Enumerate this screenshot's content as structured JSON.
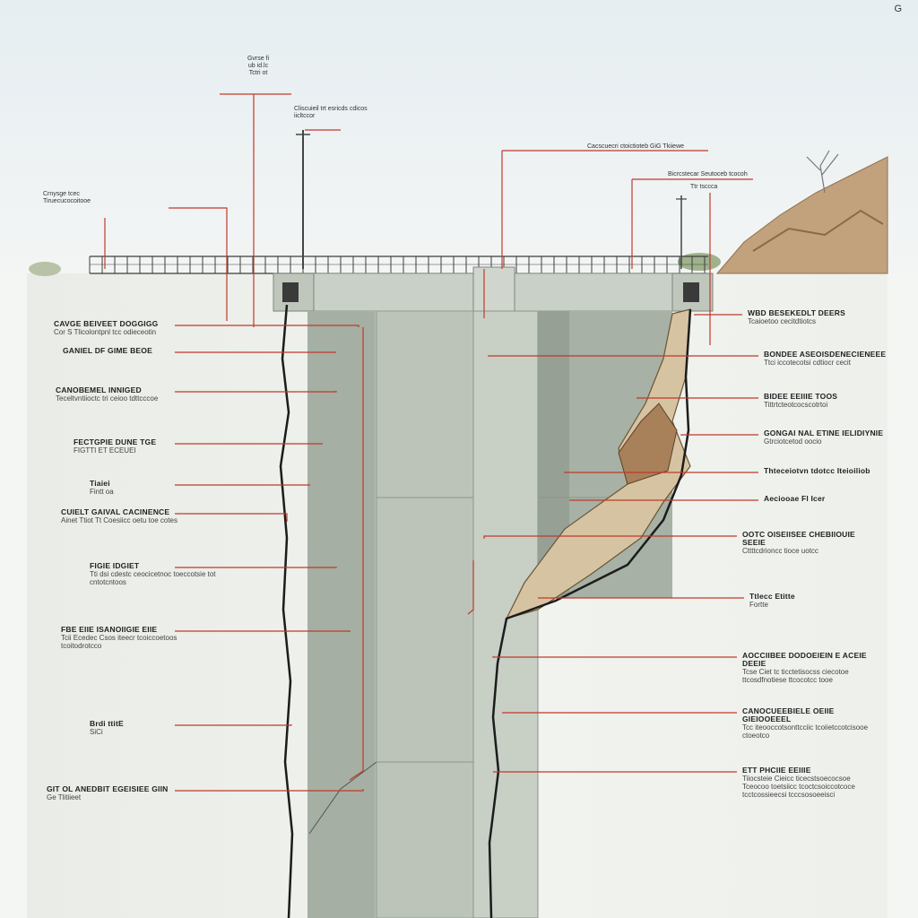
{
  "corner_mark": "G",
  "top_notes": {
    "note1": [
      "Gvrse fi",
      "ub id.lc",
      "Tctri ot"
    ],
    "note2": [
      "Cliscuieil trt esricds cdicos",
      "iicltccor",
      ""
    ],
    "note3": "Cacscuecri ctoictioteb  GiG Tkiiewe",
    "note4": "Bicrcstecar Seutoceb tcocoh",
    "note5": "Ttr tsccca",
    "note6": [
      "Crnysge tcec",
      "Tiruecucocoitooe"
    ]
  },
  "left_labels": [
    {
      "title": "CAVGE BEIVEET DOGGIGG",
      "body": "Cor S Tlicolontpnl tcc odieceotin"
    },
    {
      "title": "GANIEL DF GIME BEOE",
      "body": ""
    },
    {
      "title": "CANOBEMEL INNIGED",
      "body": "Teceltvntiioctc tri ceioo tdttcccoe"
    },
    {
      "title": "FECTGPIE DUNE TGE",
      "body": "FIGTTI ET ECEUEI"
    },
    {
      "title": "Tiaiei",
      "body": "Fintt oa"
    },
    {
      "title": "CUIELT GAIVAL CACINENCE",
      "body": "Ainet Ttiot Tt Coesiicc oetu toe cotes"
    },
    {
      "title": "FIGIE IDGIET",
      "body": "Tti dsi cdestc ceocicetnoc toeccotsie tot cntotcntoos"
    },
    {
      "title": "FBE EIIE ISANOIIGIE EIIE",
      "body": "Tcii Ecedec Csos iteecr tcoiccoetoos tcoitodrotcco"
    },
    {
      "title": "Brdi ttitE",
      "body": "SiCi"
    },
    {
      "title": "GIT OL ANEDBIT EGEISIEE GIIN",
      "body": "Ge Tlitiieet"
    }
  ],
  "right_labels": [
    {
      "title": "WBD BESEKEDLT DEERS",
      "body": "Tcaioetoo cecitdtiotcs"
    },
    {
      "title": "BONDEE ASEOISDENECIENEEE",
      "body": "Ttci iccotecotsi cdtiocr cecit"
    },
    {
      "title": "BIDEE EEIIIE TOOS",
      "body": "Tittrtcteotcocscotrtoi"
    },
    {
      "title": "GONGAI NAL ETINE IELIDIYNIE",
      "body": "Gtrciotcetod oocio"
    },
    {
      "title": "Thteceiotvn tdotcc Iteioiliob",
      "body": ""
    },
    {
      "title": "Aeciooae Fl Icer",
      "body": ""
    },
    {
      "title": "OOTC OISEIISEE CHEBIIOUIE SEEIE",
      "body": "Cttttcdrioncc tioce uotcc"
    },
    {
      "title": "Ttlecc Etitte",
      "body": "Fortte"
    },
    {
      "title": "AOCCIIBEE DODOEIEIN E ACEIE DEEIE",
      "body": "Tcse Ciet tc ticctetisocss ciecotoe ttcosdfnotiese ttcocotcc tooe"
    },
    {
      "title": "CANOCUEEBIELE OEIIE GIEIOOEEEL",
      "body": "Tcc iteooccotsonttcciic tcoiietccotcisooe ctoeotco"
    },
    {
      "title": "ETT PHCIIE EEIIIE",
      "body": "Tiiocsteie Cieicc ticecstsoecocsoe Tceocoo toetsiicc tcoctcsoiccotcoce tcctcossieecsi tcccsosoeeisci"
    }
  ],
  "colors": {
    "leader": "#c0392b",
    "concrete": "#c5ccc4",
    "shadow": "#9aa59c",
    "rock": "#c8b08a"
  }
}
